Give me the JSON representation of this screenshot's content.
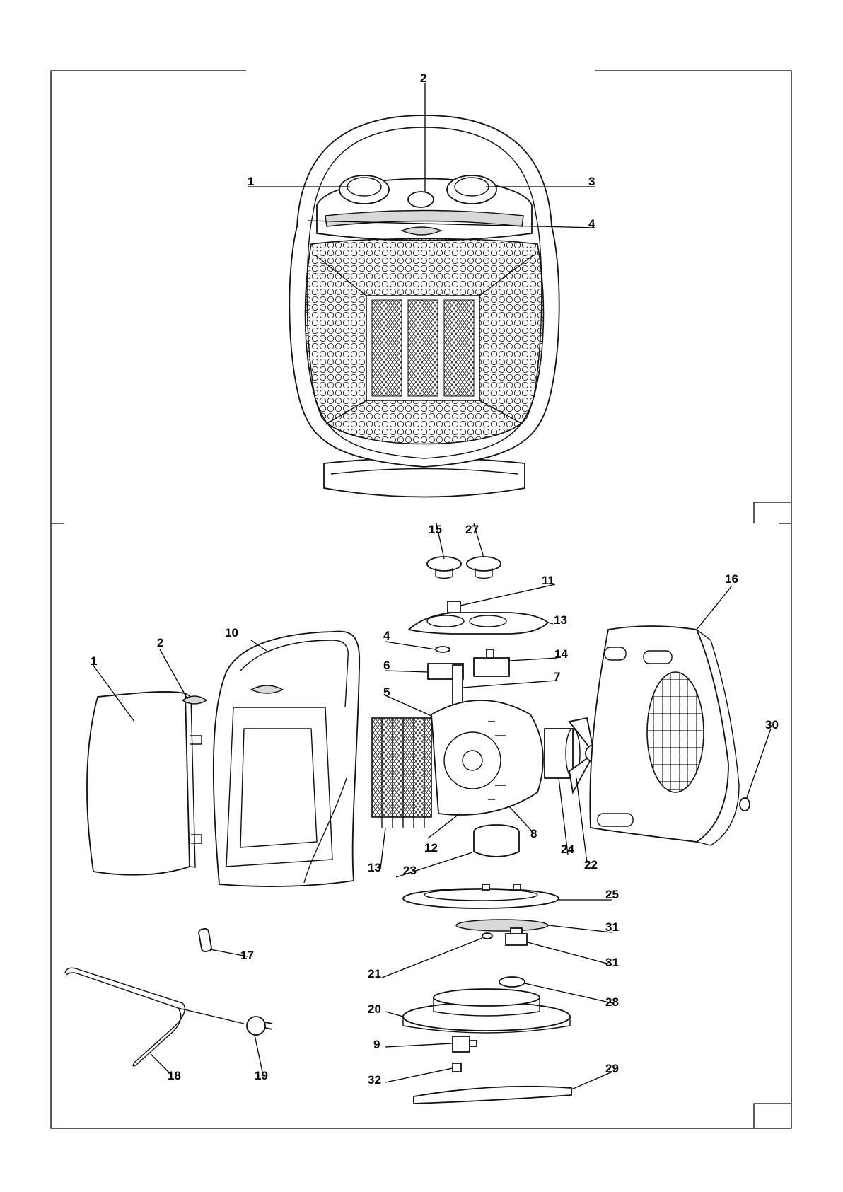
{
  "colors": {
    "ink": "#000000",
    "paper": "#ffffff",
    "shade": "#d9d9d9"
  },
  "assembled_view": {
    "callouts": [
      {
        "id": "1",
        "label": "1"
      },
      {
        "id": "2",
        "label": "2"
      },
      {
        "id": "3",
        "label": "3"
      },
      {
        "id": "4",
        "label": "4"
      }
    ]
  },
  "exploded_view": {
    "callouts": [
      {
        "id": "15",
        "label": "15"
      },
      {
        "id": "27",
        "label": "27"
      },
      {
        "id": "11",
        "label": "11"
      },
      {
        "id": "16",
        "label": "16"
      },
      {
        "id": "13a",
        "label": "13"
      },
      {
        "id": "10",
        "label": "10"
      },
      {
        "id": "4",
        "label": "4"
      },
      {
        "id": "14",
        "label": "14"
      },
      {
        "id": "2",
        "label": "2"
      },
      {
        "id": "1",
        "label": "1"
      },
      {
        "id": "6",
        "label": "6"
      },
      {
        "id": "7",
        "label": "7"
      },
      {
        "id": "5",
        "label": "5"
      },
      {
        "id": "30",
        "label": "30"
      },
      {
        "id": "8",
        "label": "8"
      },
      {
        "id": "12",
        "label": "12"
      },
      {
        "id": "24",
        "label": "24"
      },
      {
        "id": "22",
        "label": "22"
      },
      {
        "id": "13b",
        "label": "13"
      },
      {
        "id": "23",
        "label": "23"
      },
      {
        "id": "25",
        "label": "25"
      },
      {
        "id": "31a",
        "label": "31"
      },
      {
        "id": "17",
        "label": "17"
      },
      {
        "id": "21",
        "label": "21"
      },
      {
        "id": "31b",
        "label": "31"
      },
      {
        "id": "28",
        "label": "28"
      },
      {
        "id": "20",
        "label": "20"
      },
      {
        "id": "9",
        "label": "9"
      },
      {
        "id": "18",
        "label": "18"
      },
      {
        "id": "19",
        "label": "19"
      },
      {
        "id": "29",
        "label": "29"
      },
      {
        "id": "32",
        "label": "32"
      }
    ]
  }
}
